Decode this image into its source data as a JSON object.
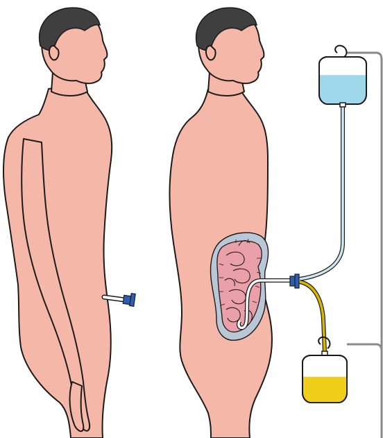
{
  "figure": {
    "panels": [
      {
        "id": "left",
        "subject": "man-side-profile",
        "device": "peritoneal-catheter-capped"
      },
      {
        "id": "right",
        "subject": "man-side-profile-with-intestines",
        "device": "catheter-connected-to-bags"
      }
    ],
    "bags": [
      {
        "id": "top",
        "fluid": "dialysate",
        "fill_level": 0.62,
        "fluid_color": "#9fd8ea"
      },
      {
        "id": "bottom",
        "fluid": "drain",
        "fill_level": 0.55,
        "fluid_color": "#f0cf1a"
      }
    ],
    "colors": {
      "skin": "#f5b8a8",
      "outline": "#1a1a1a",
      "hair": "#3f3f3f",
      "intestine": "#eaa0a8",
      "peritoneum": "#b9c7d6",
      "catheter_cap": "#2d5fb0",
      "tube_inflow": "#cfe6f0",
      "tube_drain": "#d9b400",
      "stand": "#8a8a8a"
    }
  }
}
